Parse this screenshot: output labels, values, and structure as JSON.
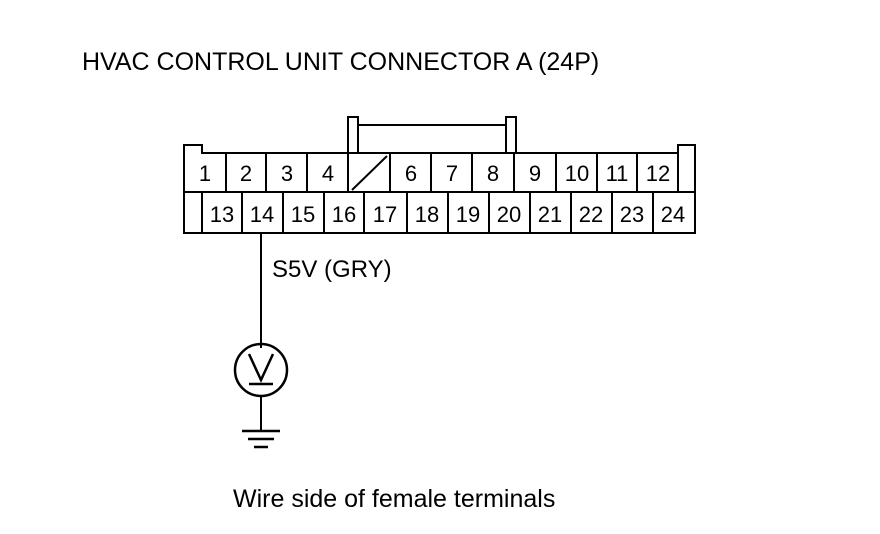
{
  "title": "HVAC CONTROL UNIT CONNECTOR A (24P)",
  "wire_label": "S5V (GRY)",
  "caption": "Wire side of female terminals",
  "connector": {
    "top_row": [
      "1",
      "2",
      "3",
      "4",
      "",
      "6",
      "7",
      "8",
      "9",
      "10",
      "11",
      "12"
    ],
    "bottom_row": [
      "13",
      "14",
      "15",
      "16",
      "17",
      "18",
      "19",
      "20",
      "21",
      "22",
      "23",
      "24"
    ],
    "empty_cavity": "5",
    "probed_terminal": "14"
  },
  "meter_symbol": "voltmeter-icon",
  "ground_symbol": "ground-icon",
  "colors": {
    "ink": "#000000",
    "background": "#ffffff"
  }
}
